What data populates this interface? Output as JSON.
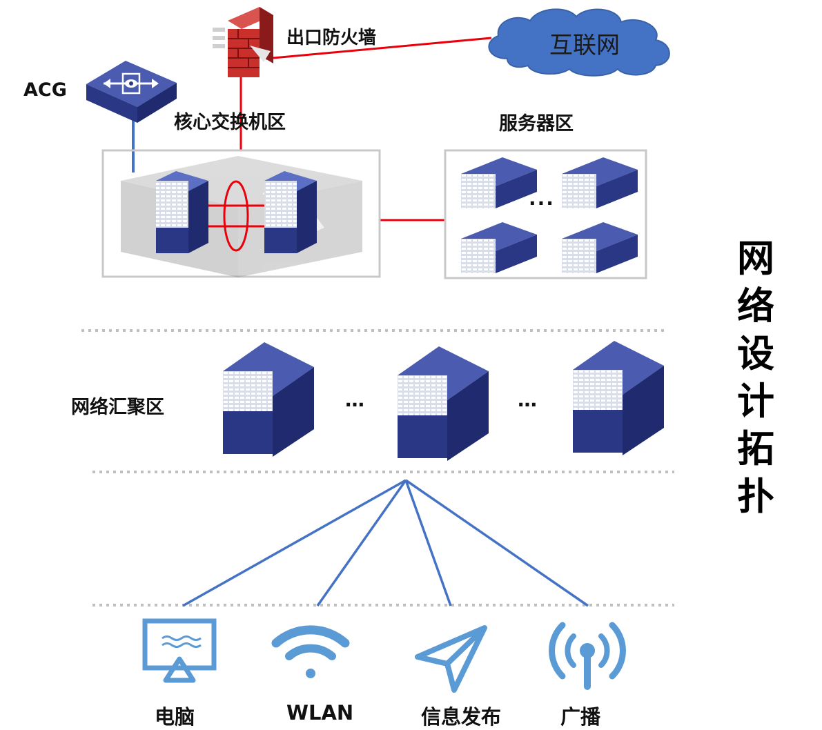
{
  "title": "网络设计拓扑",
  "nodes": {
    "firewall": "出口防火墙",
    "internet": "互联网",
    "acg": "ACG",
    "core_zone": "核心交换机区",
    "server_zone": "服务器区",
    "aggregation_zone": "网络汇聚区"
  },
  "ellipsis": "…",
  "server_ellipsis": "···",
  "endpoints": [
    {
      "label": "电脑",
      "icon": "monitor-icon"
    },
    {
      "label": "WLAN",
      "icon": "wifi-icon"
    },
    {
      "label": "信息发布",
      "icon": "paper-plane-icon"
    },
    {
      "label": "广播",
      "icon": "broadcast-antenna-icon"
    }
  ],
  "colors": {
    "red_link": "#e8000b",
    "blue_link": "#4472c4",
    "device_blue": "#2b3a8c",
    "icon_blue": "#5b9bd5",
    "cloud": "#4472c4",
    "dotted": "#bfbfbf"
  }
}
